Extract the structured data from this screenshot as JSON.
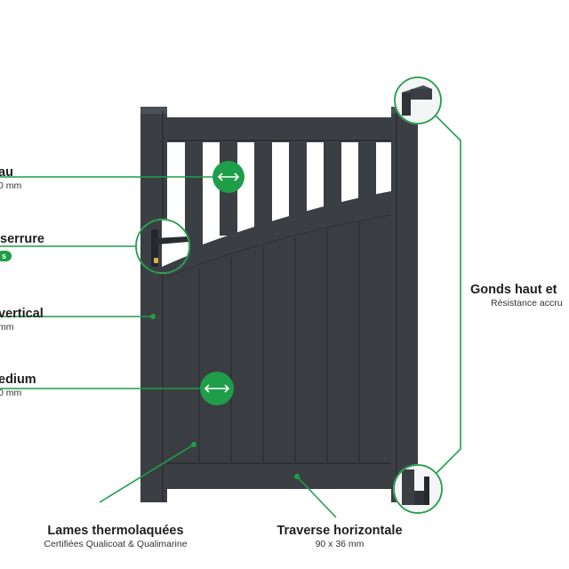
{
  "labels": {
    "barreau": {
      "title": "au",
      "sub": "0 mm"
    },
    "serrure": {
      "title": "serrure",
      "pill": "s"
    },
    "montant": {
      "title": "vertical",
      "sub": "mm"
    },
    "lame": {
      "title": "edium",
      "sub": "0  mm"
    },
    "gonds": {
      "title": "Gonds haut et",
      "sub": "Résistance accru"
    },
    "lames": {
      "title": "Lames thermolaquées",
      "sub": "Certifiées Qualicoat & Qualimarine"
    },
    "traverse": {
      "title": "Traverse horizontale",
      "sub": "90 x 36 mm"
    }
  },
  "colors": {
    "gate": "#3b3f44",
    "gate_dark": "#2c3034",
    "gate_edge": "#50555b",
    "accent": "#1e9e48"
  },
  "icons": {
    "width_marker": "double-arrow-icon",
    "lock": "lock-handle-icon",
    "hinge": "hinge-icon"
  }
}
